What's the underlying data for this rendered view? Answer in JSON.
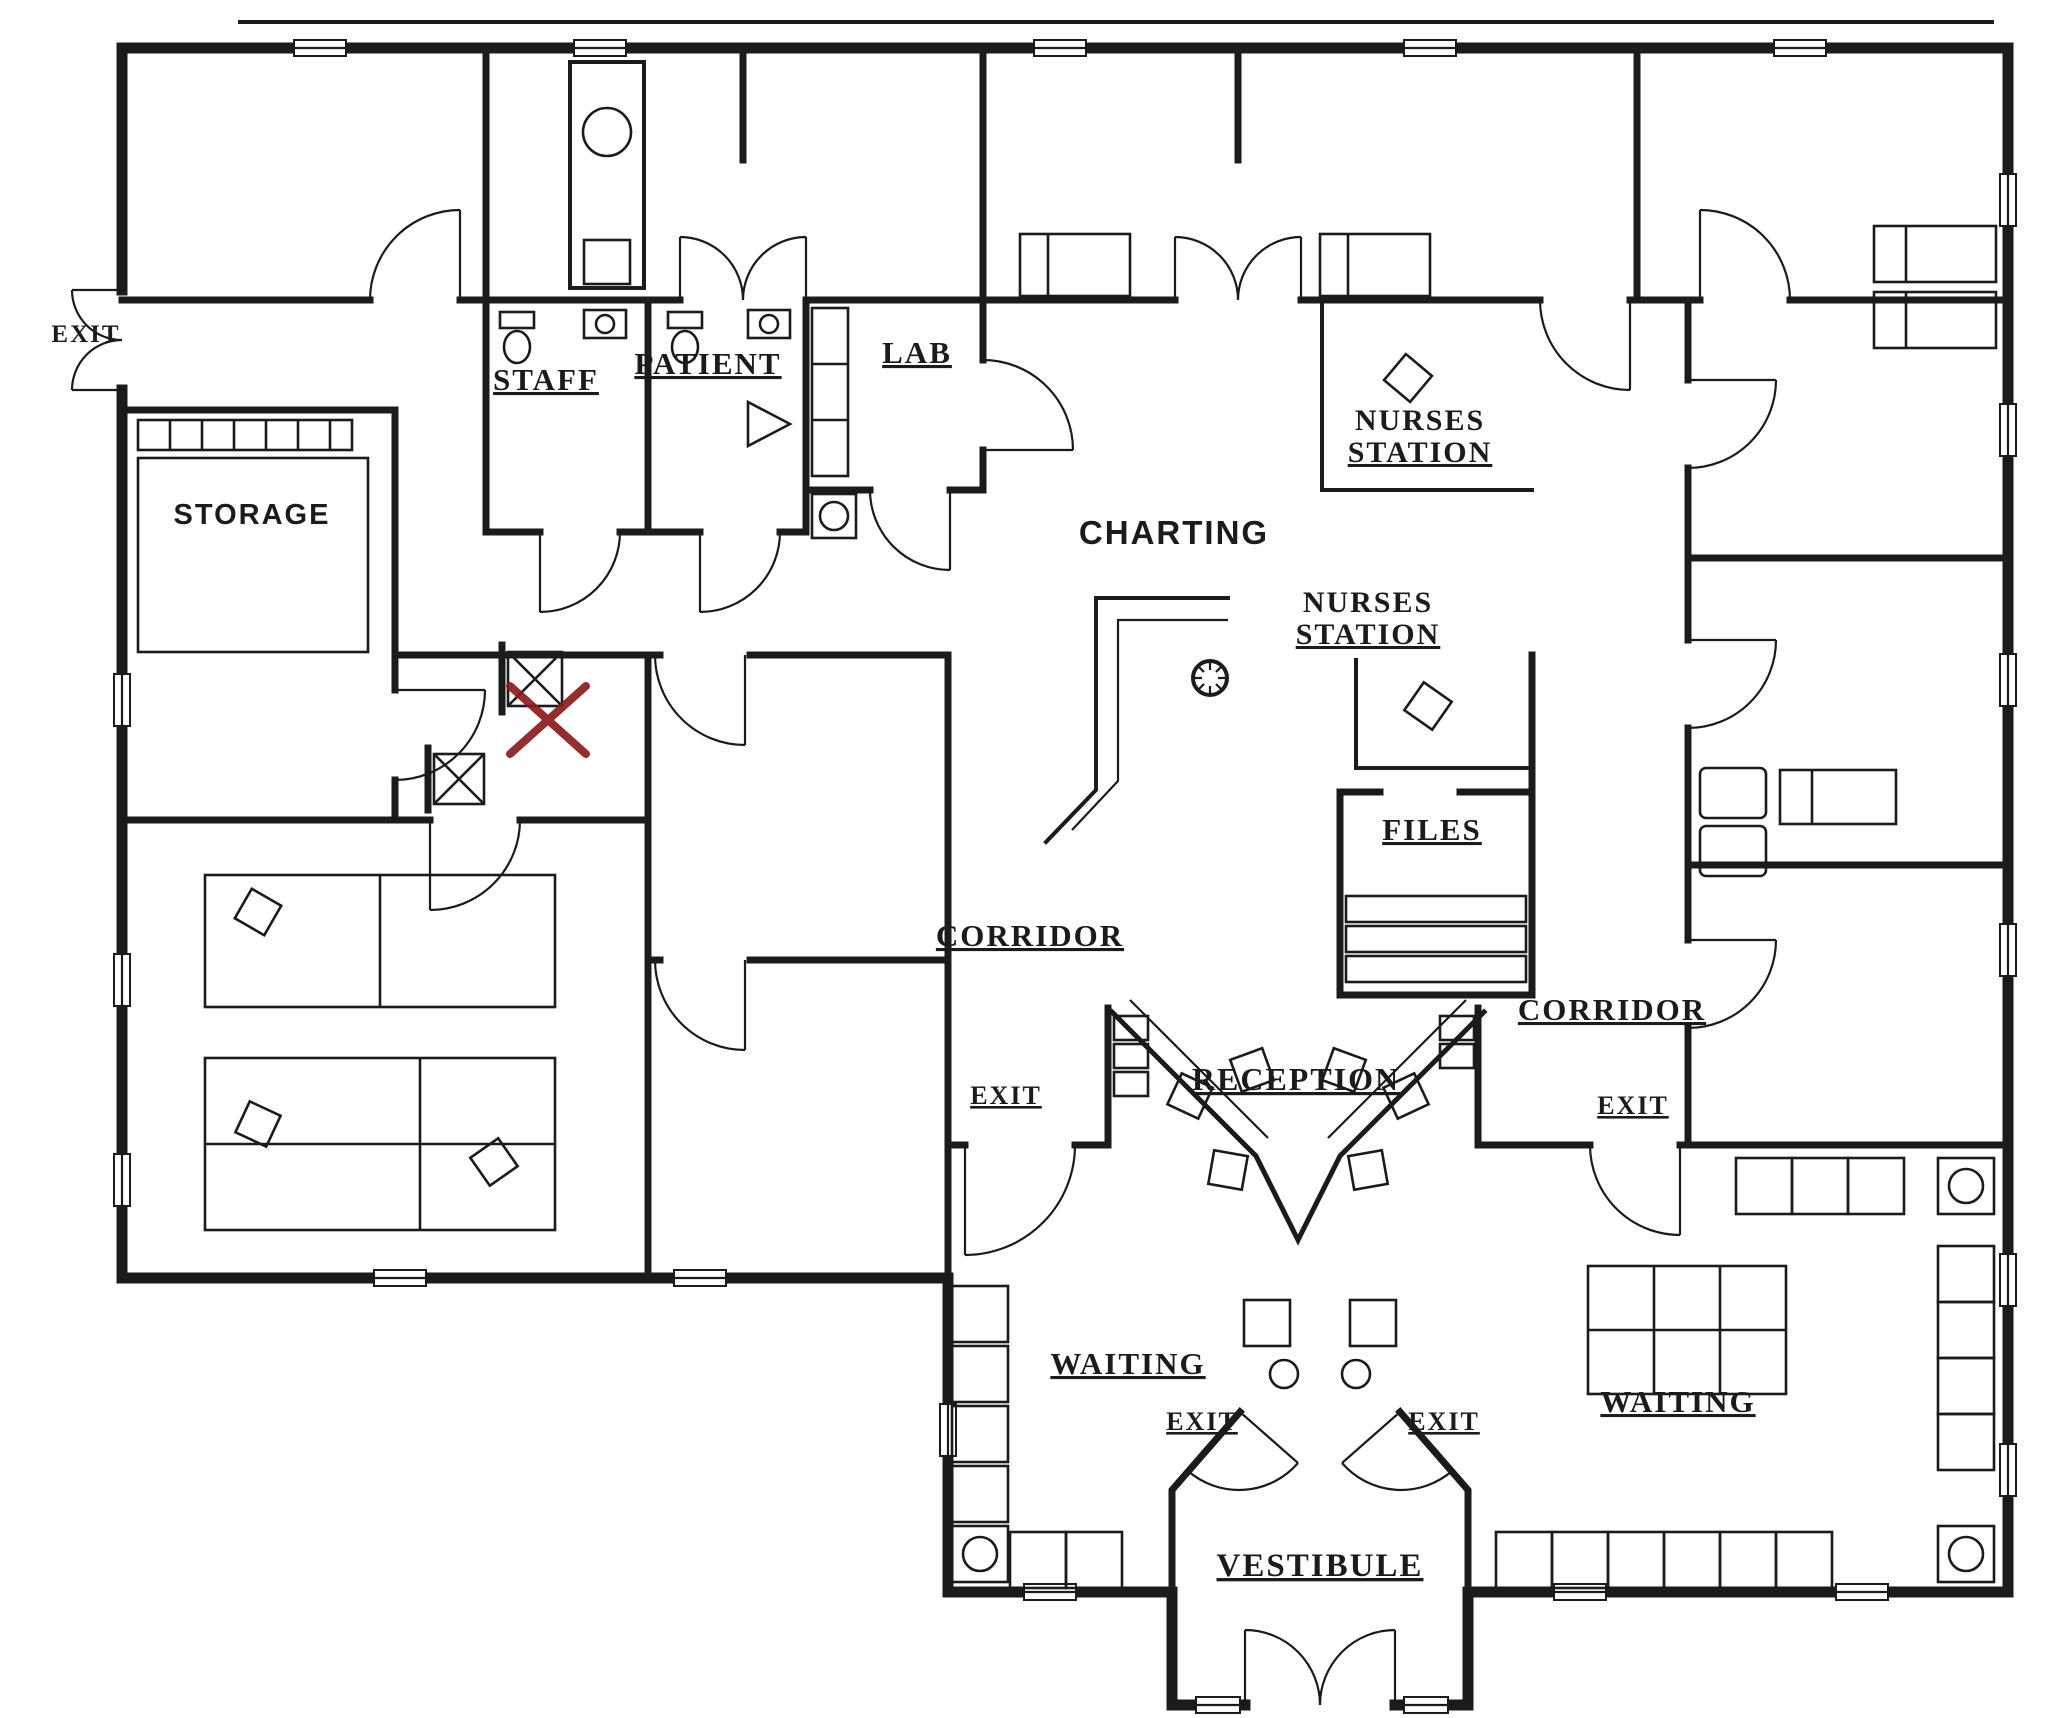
{
  "drawing": {
    "type": "floor-plan",
    "subject": "medical office suite"
  },
  "labels": {
    "exit_northwest": "EXIT",
    "staff": "STAFF",
    "patient": "PATIENT",
    "lab": "LAB",
    "nurses_station_north_line1": "NURSES",
    "nurses_station_north_line2": "STATION",
    "charting": "CHARTING",
    "nurses_station_center_line1": "NURSES",
    "nurses_station_center_line2": "STATION",
    "storage": "STORAGE",
    "files": "FILES",
    "corridor_west": "CORRIDOR",
    "corridor_east": "CORRIDOR",
    "exit_west": "EXIT",
    "reception": "RECEPTION",
    "exit_east": "EXIT",
    "waiting_west": "WAITING",
    "waiting_east": "WAITING",
    "exit_south_west": "EXIT",
    "exit_south_east": "EXIT",
    "vestibule": "VESTIBULE"
  },
  "colors": {
    "ink": "#1b1b1b",
    "paper": "#ffffff",
    "annotation_red": "#8b1c1c"
  }
}
